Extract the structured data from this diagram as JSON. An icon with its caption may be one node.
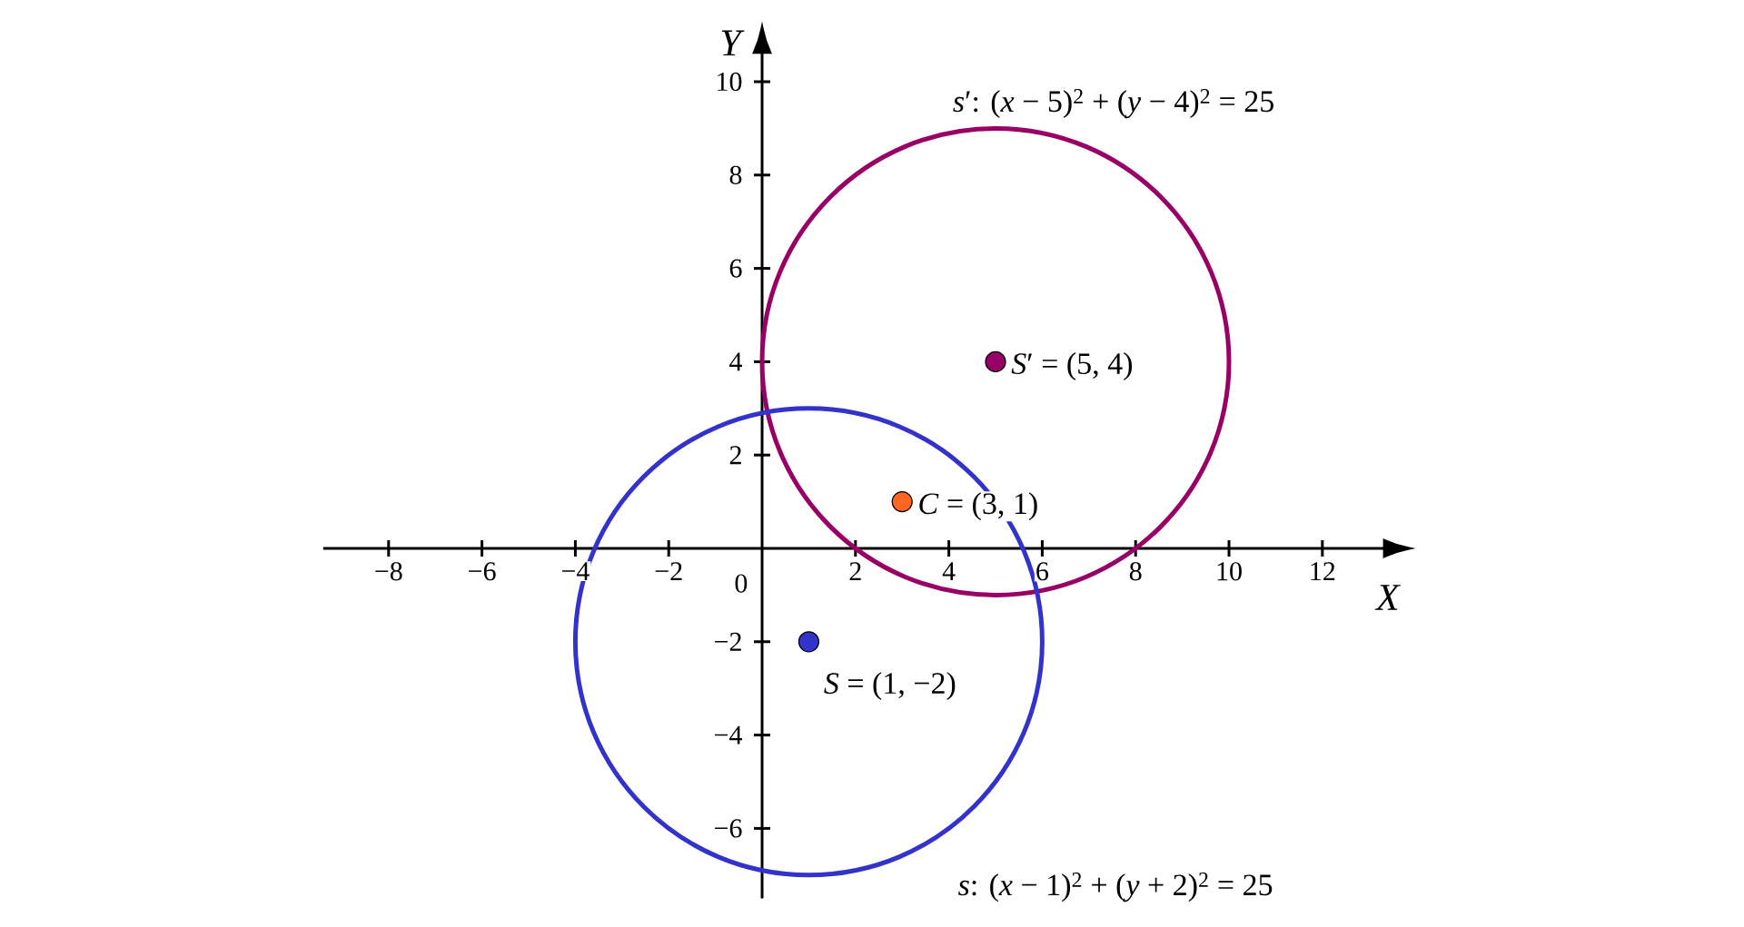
{
  "diagram": {
    "nodes": [
      {
        "text": [
          "*s*′: (*x* − 5)$^{2}$ + (*y* − 4)$^{2}$ = 25"
        ]
      },
      {
        "text": [
          "*S*′ = (5, 4)"
        ],
        "in": 0
      },
      {
        "text": [
          "*C* = (3, 1)"
        ]
      },
      {
        "text": [
          "*s*: (*x* − 1)$^{2}$ + (*y* + 2)$^{2}$ = 25"
        ]
      },
      {
        "text": [
          "*S* = (1, −2)"
        ],
        "in": 3
      }
    ],
    "labels": [
      "Y",
      "10",
      "8",
      "6",
      "4",
      "2",
      "−8",
      "−6",
      "−4",
      "−2",
      "0",
      "2",
      "4",
      "6",
      "8",
      "10",
      "12",
      "X",
      "−2",
      "−4",
      "−6"
    ]
  }
}
